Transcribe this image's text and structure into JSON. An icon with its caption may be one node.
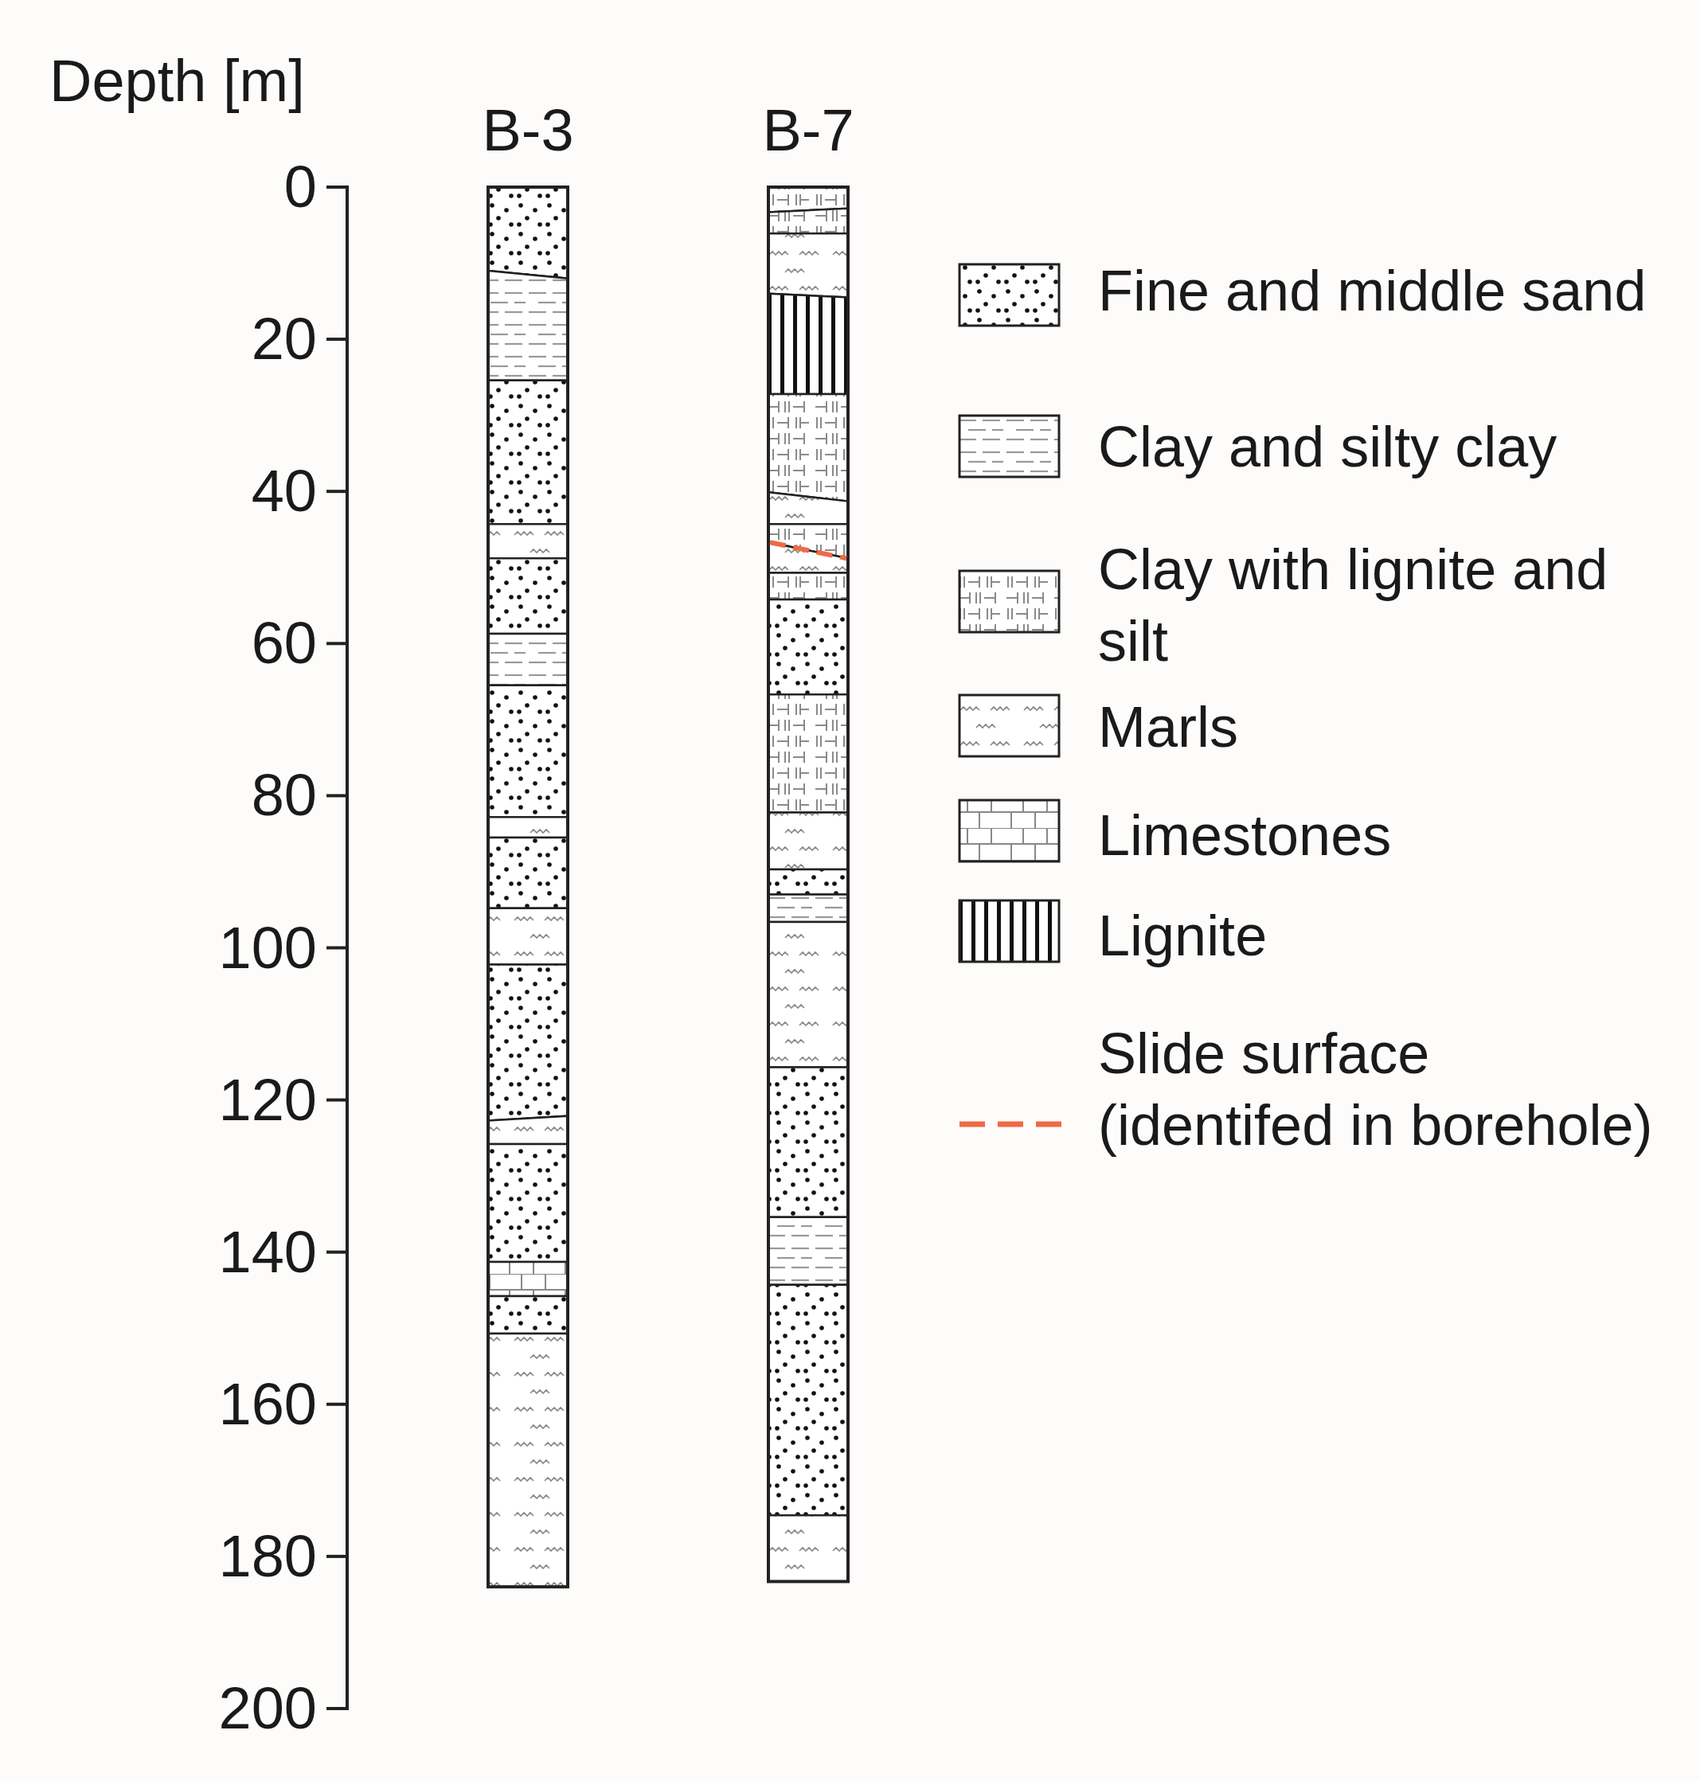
{
  "diagram": {
    "labels": [
      "Depth [m]",
      "B-3",
      "B-7",
      "0",
      "20",
      "40",
      "60",
      "80",
      "100",
      "120",
      "140",
      "160",
      "180",
      "200"
    ],
    "legend": [
      {
        "text": "Fine and middle sand"
      },
      {
        "text": "Clay and silty clay"
      },
      {
        "text": "Clay with lignite and silt"
      },
      {
        "text": "Marls"
      },
      {
        "text": "Limestones"
      },
      {
        "text": "Lignite"
      },
      {
        "text": "Slide surface (identifed in borehole)"
      }
    ]
  }
}
